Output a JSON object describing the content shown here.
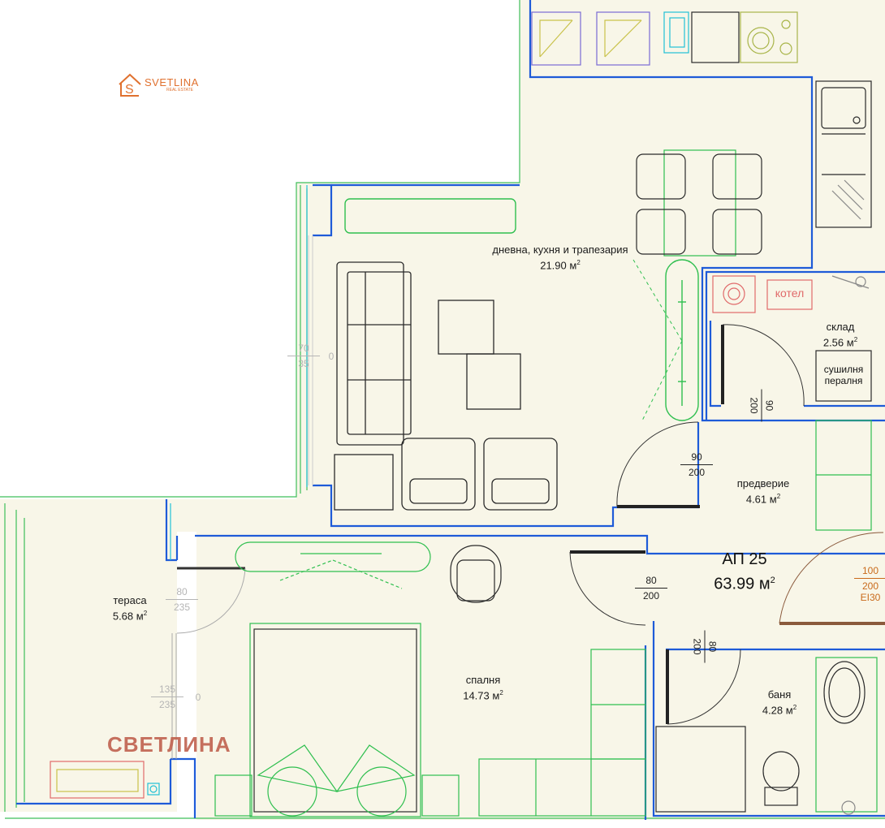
{
  "logo": {
    "brand": "SVETLINA",
    "sub": "REAL ESTATE"
  },
  "watermark": "СВЕТЛИНА",
  "apartment": {
    "name": "АП 25",
    "area": "63.99 м",
    "area_sup": "2"
  },
  "rooms": {
    "living": {
      "name": "дневна, кухня и трапезария",
      "area": "21.90 м",
      "sup": "2"
    },
    "storage": {
      "name": "склад",
      "area": "2.56 м",
      "sup": "2"
    },
    "hall": {
      "name": "предверие",
      "area": "4.61 м",
      "sup": "2"
    },
    "terrace": {
      "name": "тераса",
      "area": "5.68 м",
      "sup": "2"
    },
    "bedroom": {
      "name": "спалня",
      "area": "14.73 м",
      "sup": "2"
    },
    "bath": {
      "name": "баня",
      "area": "4.28 м",
      "sup": "2"
    }
  },
  "appliances": {
    "boiler": "котел",
    "dryer": "сушилня",
    "washer": "пералня"
  },
  "dims": {
    "window_living": {
      "top": "70",
      "bot": "35",
      "side": "0"
    },
    "storage_door": {
      "top": "90",
      "bot": "200"
    },
    "living_door": {
      "top": "90",
      "bot": "200"
    },
    "entry_door": {
      "top": "100",
      "bot": "200",
      "extra": "EI30"
    },
    "bedroom_door": {
      "top": "80",
      "bot": "200"
    },
    "bath_door": {
      "top": "80",
      "bot": "200"
    },
    "terrace_door": {
      "top": "80",
      "bot": "235"
    },
    "terrace_window": {
      "top": "135",
      "bot": "235",
      "side": "0"
    }
  },
  "colors": {
    "wall": "#1e5bd8",
    "floor": "#f8f6e8",
    "furniture": "#2a2a2a",
    "green": "#2fbf4f",
    "accent": "#e0712f"
  }
}
